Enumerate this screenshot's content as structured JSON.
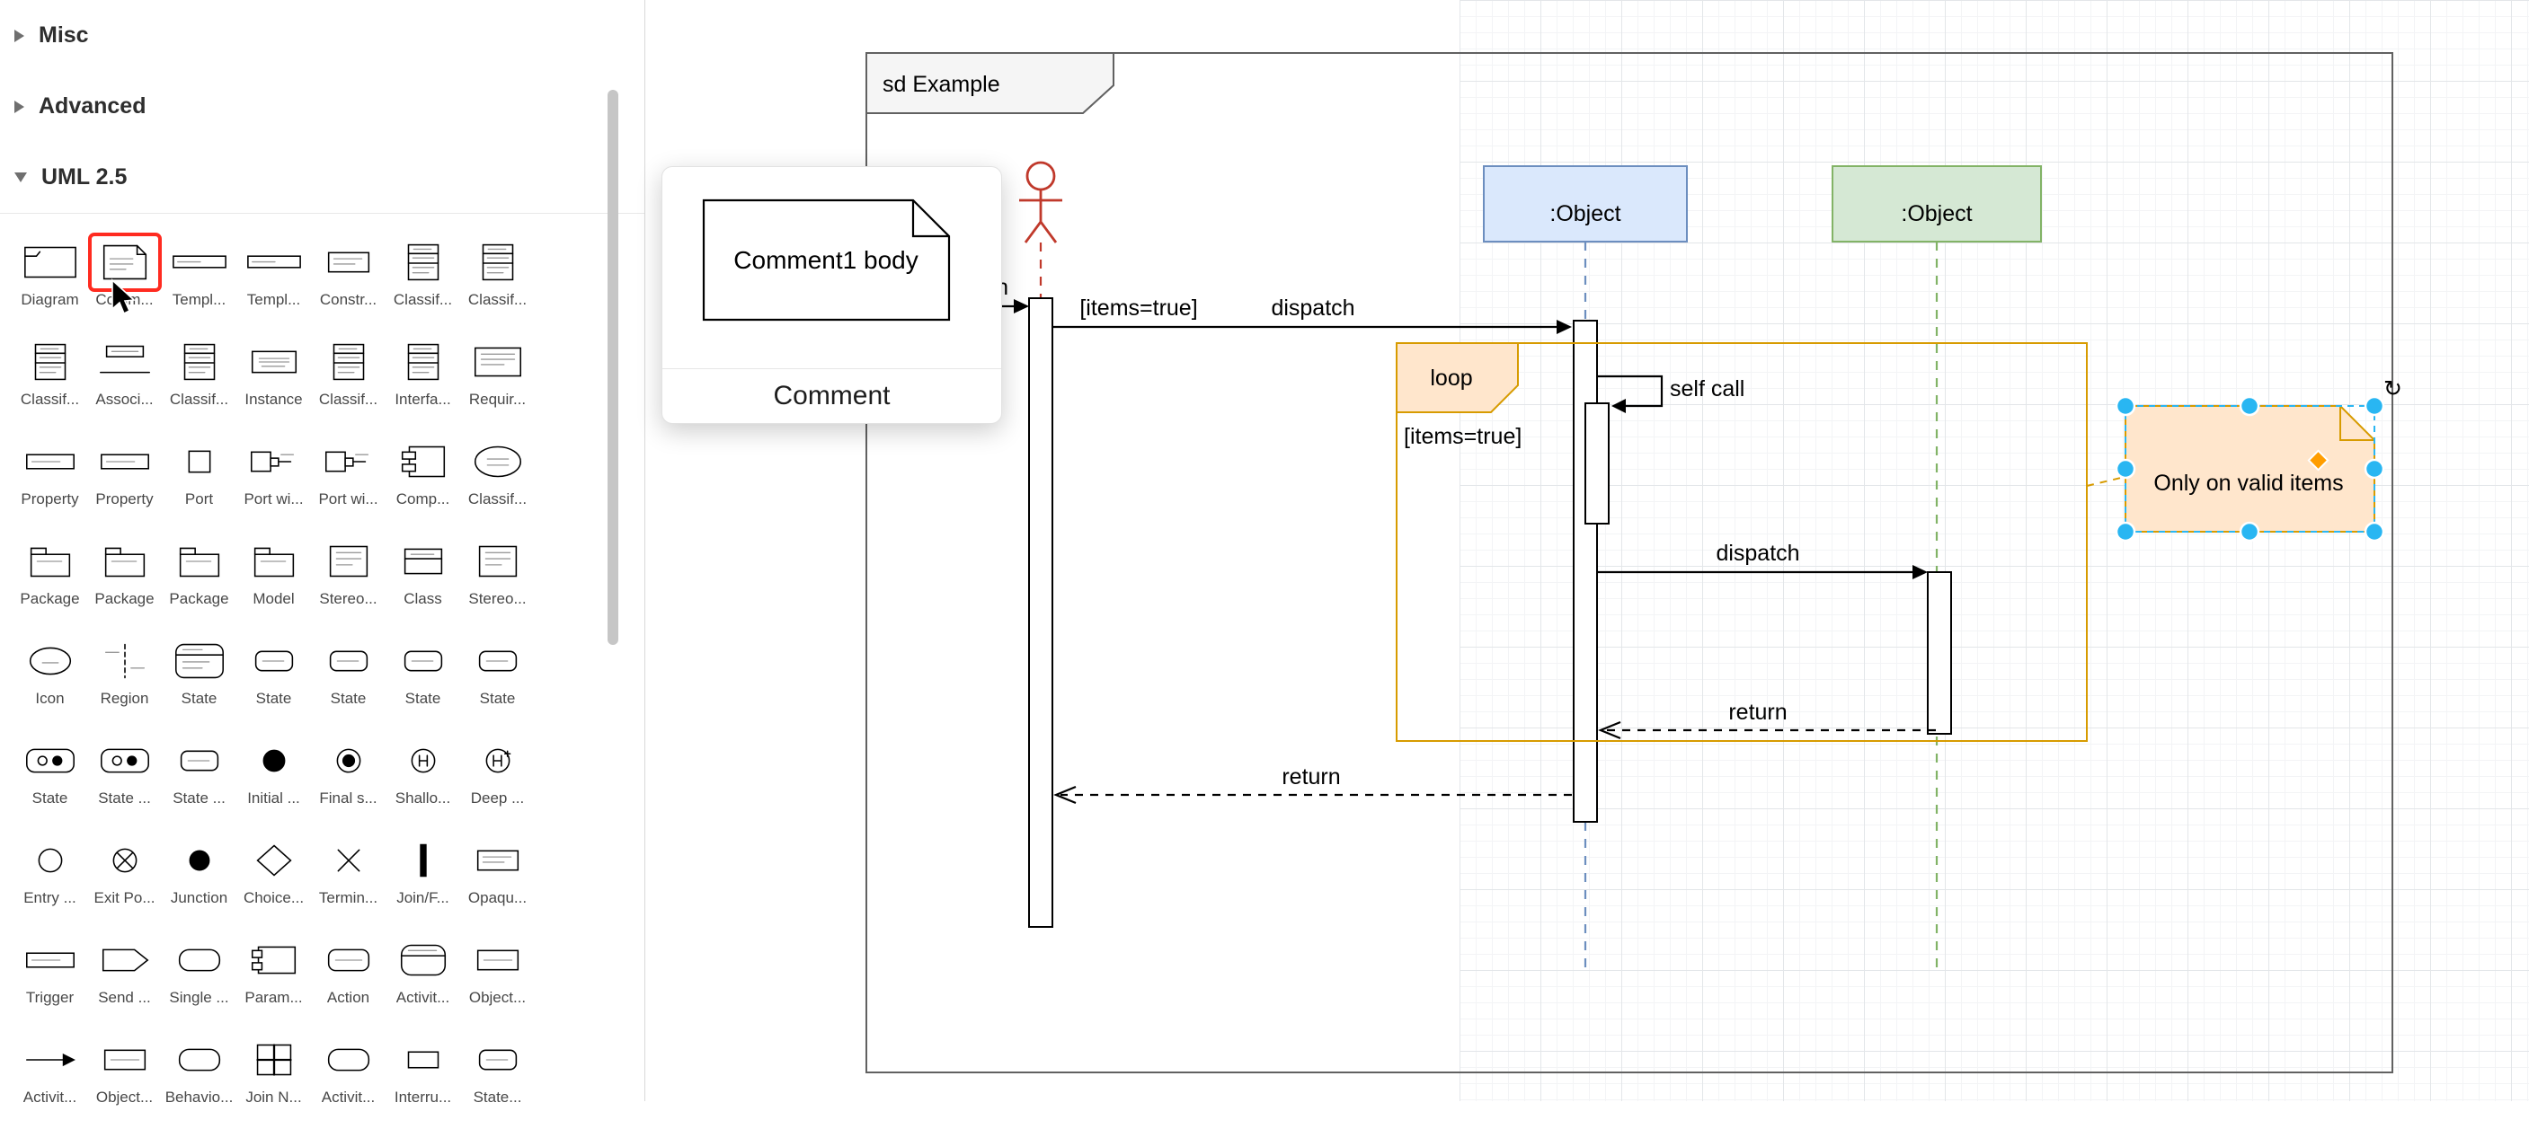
{
  "sidebar": {
    "sections": [
      {
        "label": "Misc",
        "expanded": false
      },
      {
        "label": "Advanced",
        "expanded": false
      },
      {
        "label": "UML 2.5",
        "expanded": true
      }
    ],
    "shapes": [
      {
        "label": "Diagram",
        "glyph": "frame"
      },
      {
        "label": "Comm...",
        "glyph": "note",
        "highlighted": true
      },
      {
        "label": "Templ...",
        "glyph": "hbar"
      },
      {
        "label": "Templ...",
        "glyph": "hbar"
      },
      {
        "label": "Constr...",
        "glyph": "textrect"
      },
      {
        "label": "Classif...",
        "glyph": "classbox"
      },
      {
        "label": "Classif...",
        "glyph": "classbox"
      },
      {
        "label": "Classif...",
        "glyph": "classbox"
      },
      {
        "label": "Associ...",
        "glyph": "assoc"
      },
      {
        "label": "Classif...",
        "glyph": "classbox"
      },
      {
        "label": "Instance",
        "glyph": "instance"
      },
      {
        "label": "Classif...",
        "glyph": "classbox"
      },
      {
        "label": "Interfa...",
        "glyph": "classbox"
      },
      {
        "label": "Requir...",
        "glyph": "requirement"
      },
      {
        "label": "Property",
        "glyph": "proprect"
      },
      {
        "label": "Property",
        "glyph": "proprect"
      },
      {
        "label": "Port",
        "glyph": "square"
      },
      {
        "label": "Port wi...",
        "glyph": "portsq"
      },
      {
        "label": "Port wi...",
        "glyph": "portsq"
      },
      {
        "label": "Comp...",
        "glyph": "component"
      },
      {
        "label": "Classif...",
        "glyph": "oval2"
      },
      {
        "label": "Package",
        "glyph": "package"
      },
      {
        "label": "Package",
        "glyph": "package"
      },
      {
        "label": "Package",
        "glyph": "package"
      },
      {
        "label": "Model",
        "glyph": "package"
      },
      {
        "label": "Stereo...",
        "glyph": "stereobox"
      },
      {
        "label": "Class",
        "glyph": "classplain"
      },
      {
        "label": "Stereo...",
        "glyph": "stereobox"
      },
      {
        "label": "Icon",
        "glyph": "ellipseplain"
      },
      {
        "label": "Region",
        "glyph": "region"
      },
      {
        "label": "State",
        "glyph": "statebig"
      },
      {
        "label": "State",
        "glyph": "staterect"
      },
      {
        "label": "State",
        "glyph": "staterect"
      },
      {
        "label": "State",
        "glyph": "staterect"
      },
      {
        "label": "State",
        "glyph": "staterect"
      },
      {
        "label": "State",
        "glyph": "statedots"
      },
      {
        "label": "State ...",
        "glyph": "statedots"
      },
      {
        "label": "State ...",
        "glyph": "staterect"
      },
      {
        "label": "Initial ...",
        "glyph": "initial"
      },
      {
        "label": "Final s...",
        "glyph": "final"
      },
      {
        "label": "Shallo...",
        "glyph": "shallow"
      },
      {
        "label": "Deep ...",
        "glyph": "deep"
      },
      {
        "label": "Entry ...",
        "glyph": "circleO"
      },
      {
        "label": "Exit Po...",
        "glyph": "exitpt"
      },
      {
        "label": "Junction",
        "glyph": "junction"
      },
      {
        "label": "Choice...",
        "glyph": "choice"
      },
      {
        "label": "Termin...",
        "glyph": "terminate"
      },
      {
        "label": "Join/F...",
        "glyph": "joinbar"
      },
      {
        "label": "Opaqu...",
        "glyph": "textrect"
      },
      {
        "label": "Trigger",
        "glyph": "proprect"
      },
      {
        "label": "Send ...",
        "glyph": "send"
      },
      {
        "label": "Single ...",
        "glyph": "roundrect"
      },
      {
        "label": "Param...",
        "glyph": "param"
      },
      {
        "label": "Action",
        "glyph": "actionrect"
      },
      {
        "label": "Activit...",
        "glyph": "activity"
      },
      {
        "label": "Object...",
        "glyph": "objrect"
      },
      {
        "label": "Activit...",
        "glyph": "edgearrow"
      },
      {
        "label": "Object...",
        "glyph": "objrect"
      },
      {
        "label": "Behavio...",
        "glyph": "roundrect"
      },
      {
        "label": "Join N...",
        "glyph": "tablegrid"
      },
      {
        "label": "Activit...",
        "glyph": "roundrect"
      },
      {
        "label": "Interru...",
        "glyph": "smallrect"
      },
      {
        "label": "State...",
        "glyph": "staterect"
      }
    ]
  },
  "preview": {
    "shape_body": "Comment1 body",
    "shape_name": "Comment"
  },
  "diagram": {
    "frame_title": "sd Example",
    "object1_label": ":Object",
    "object2_label": ":Object",
    "found_label": "n",
    "guard1": "[items=true]",
    "msg_dispatch1": "dispatch",
    "loop_label": "loop",
    "loop_guard": "[items=true]",
    "msg_self": "self call",
    "msg_dispatch2": "dispatch",
    "msg_return1": "return",
    "msg_return2": "return",
    "note_text": "Only on valid items"
  },
  "icons": {
    "rotate": "↻"
  },
  "colors": {
    "object1_fill": "#dae8fc",
    "object1_stroke": "#6c8ebf",
    "object2_fill": "#d5e8d4",
    "object2_stroke": "#82b366",
    "loop_fill": "#ffe6cc",
    "loop_stroke": "#d79b00",
    "note_fill": "#ffe6cc",
    "note_stroke": "#d79b00",
    "actor_stroke": "#c0392b",
    "selection": "#29b6f2",
    "highlight": "#ff2b20"
  }
}
